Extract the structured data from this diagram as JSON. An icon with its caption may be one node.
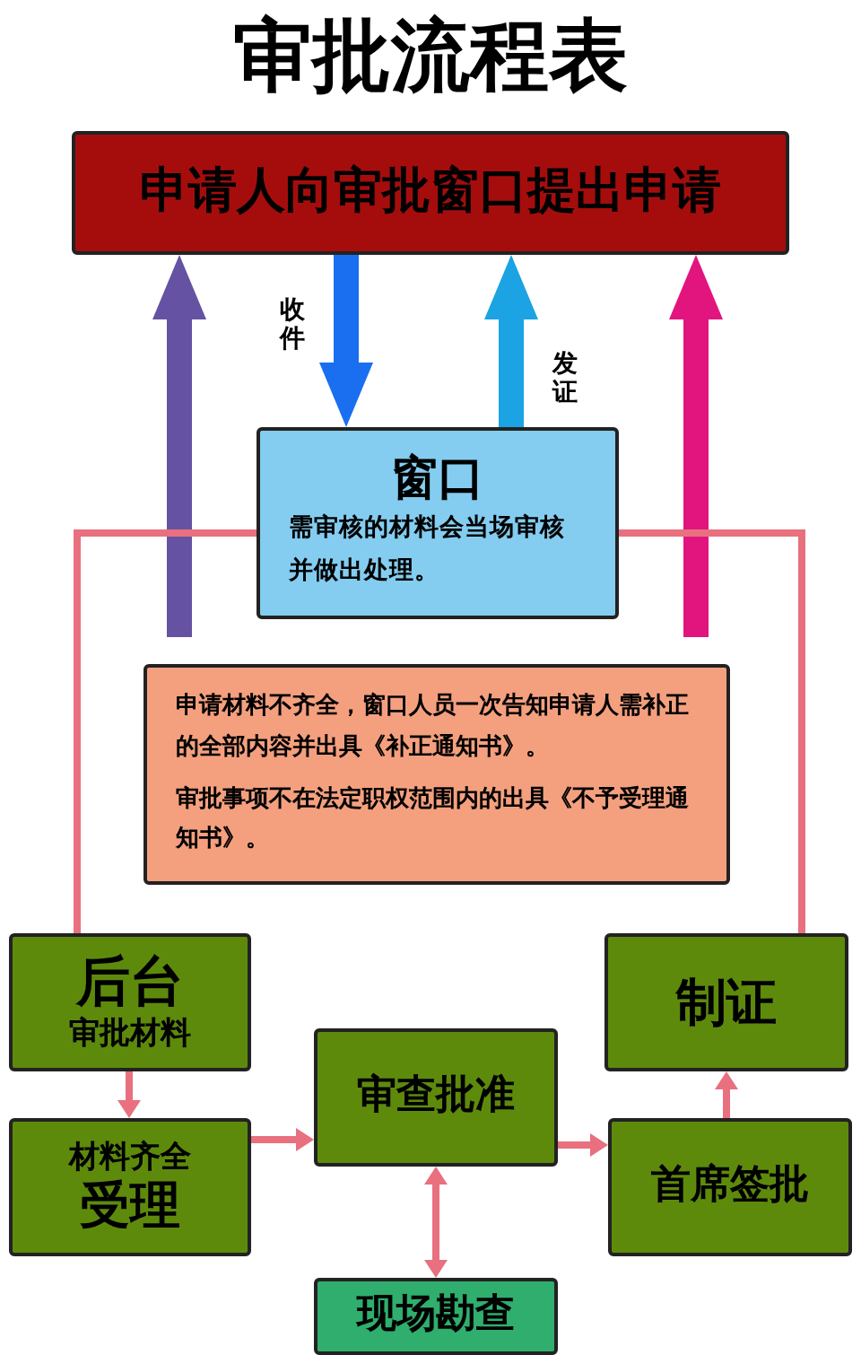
{
  "diagram": {
    "title": "审批流程表",
    "nodes": [
      {
        "text": [
          "申请人向审批窗口提出申请"
        ]
      },
      {
        "text": [
          "窗口",
          "需审核的材料会当场审核并做出处理。"
        ]
      },
      {
        "text": [
          "申请材料不齐全，窗口人员一次告知申请人需补正的全部内容并出具《补正通知书》。",
          "审批事项不在法定职权范围内的出具《不予受理通知书》。"
        ]
      },
      {
        "text": [
          "后台",
          "审批材料"
        ]
      },
      {
        "text": [
          "材料齐全",
          "受理"
        ]
      },
      {
        "text": [
          "审查批准"
        ]
      },
      {
        "text": [
          "制证"
        ]
      },
      {
        "text": [
          "首席签批"
        ]
      },
      {
        "text": [
          "现场勘查"
        ]
      }
    ],
    "edges": [
      {
        "from": 0,
        "to": 1,
        "arrow": "to",
        "label": "收件",
        "style": "thick",
        "color": "#1a6ff0"
      },
      {
        "from": 1,
        "to": 0,
        "arrow": "to",
        "label": "发证",
        "style": "thick",
        "color": "#1ba3e3"
      },
      {
        "from": null,
        "to": 0,
        "arrow": "to",
        "style": "thick",
        "color": "#6652a3"
      },
      {
        "from": null,
        "to": 0,
        "arrow": "to",
        "style": "thick",
        "color": "#e2157f"
      },
      {
        "from": 1,
        "to": 3,
        "arrow": "none"
      },
      {
        "from": 6,
        "to": 1,
        "arrow": "none"
      },
      {
        "from": 3,
        "to": 4,
        "arrow": "to"
      },
      {
        "from": 4,
        "to": 5,
        "arrow": "to"
      },
      {
        "from": 5,
        "to": 7,
        "arrow": "to"
      },
      {
        "from": 7,
        "to": 6,
        "arrow": "to"
      },
      {
        "from": 5,
        "to": 8,
        "arrow": "both"
      }
    ]
  }
}
